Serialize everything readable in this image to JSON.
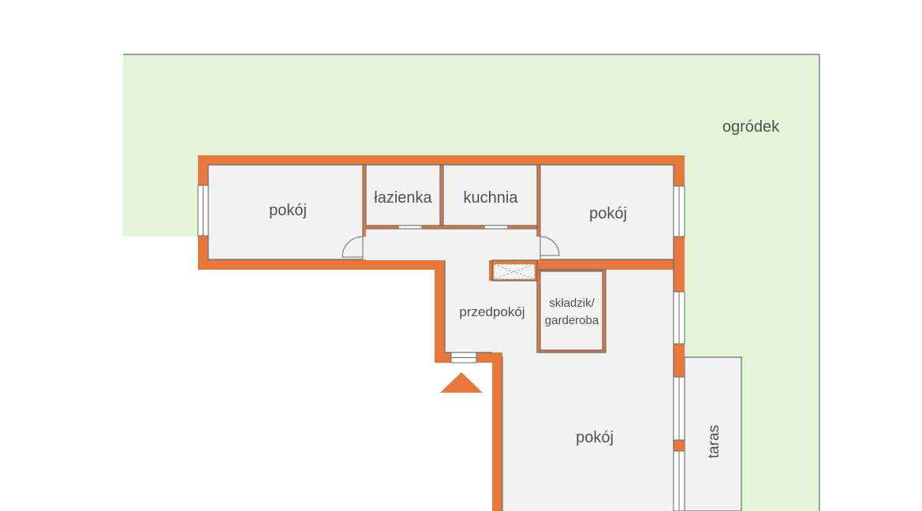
{
  "plan": {
    "garden_label": "ogródek",
    "terrace_label": "taras",
    "rooms": {
      "room_west": "pokój",
      "bathroom": "łazienka",
      "kitchen": "kuchnia",
      "room_east": "pokój",
      "hallway": "przedpokój",
      "storage_line1": "składzik/",
      "storage_line2": "garderoba",
      "room_south": "pokój"
    }
  },
  "colors": {
    "garden": "#e3f4d8",
    "floor": "#f2f2f2",
    "wall": "#e8773c",
    "outline": "#6a6a6a",
    "text": "#505050",
    "entrance": "#e8773c"
  }
}
